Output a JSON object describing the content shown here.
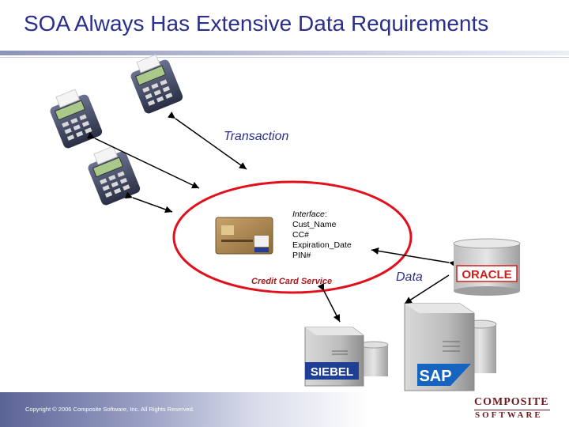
{
  "slide": {
    "title": "SOA Always Has Extensive Data Requirements",
    "transaction_label": "Transaction",
    "interface": {
      "heading": "Interface",
      "heading_suffix": ":",
      "fields": [
        "Cust_Name",
        "CC#",
        "Expiration_Date",
        "PIN#"
      ]
    },
    "service_label": "Credit Card Service",
    "data_label": "Data",
    "sources": {
      "oracle": "ORACLE",
      "siebel": "SIEBEL",
      "sap": "SAP"
    },
    "footer": {
      "copyright": "Copyright © 2006 Composite Software, Inc.  All Rights Reserved.",
      "logo_line1": "COMPOSITE",
      "logo_line2": "SOFTWARE"
    }
  },
  "colors": {
    "title": "#2b2f8c",
    "ring": "#e0101d",
    "service": "#b0161b",
    "oracle": "#d01f1f",
    "siebel_bg": "#1f3f96",
    "sap_bg": "#1565c0"
  },
  "icons": [
    "card-terminal-icon",
    "credit-card-icon",
    "database-icon",
    "server-icon"
  ]
}
